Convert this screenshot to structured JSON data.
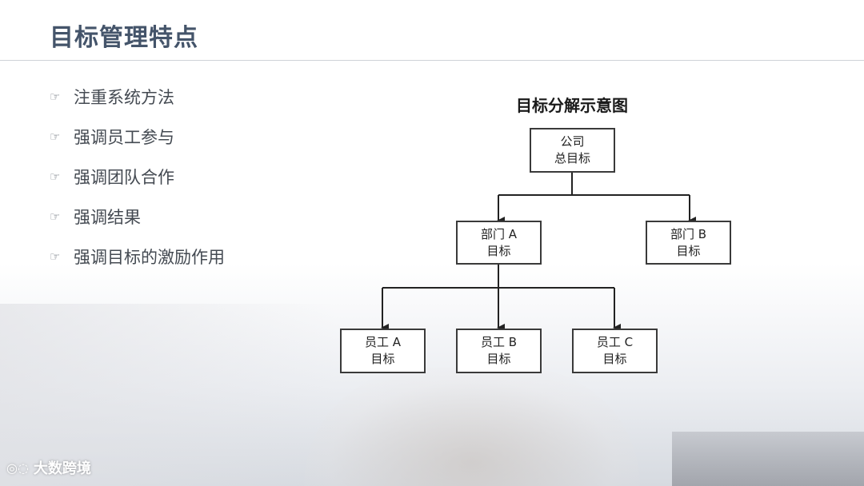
{
  "slide": {
    "title": "目标管理特点",
    "bullet_icon": "pointing-hand-icon",
    "bullets": [
      "注重系统方法",
      "强调员工参与",
      "强调团队合作",
      "强调结果",
      "强调目标的激励作用"
    ]
  },
  "diagram": {
    "title": "目标分解示意图",
    "company": {
      "line1": "公司",
      "line2": "总目标"
    },
    "dept_a": {
      "line1": "部门 A",
      "line2": "目标"
    },
    "dept_b": {
      "line1": "部门 B",
      "line2": "目标"
    },
    "staff_a": {
      "line1": "员工 A",
      "line2": "目标"
    },
    "staff_b": {
      "line1": "员工 B",
      "line2": "目标"
    },
    "staff_c": {
      "line1": "员工 C",
      "line2": "目标"
    }
  },
  "watermark": {
    "text": "大数跨境",
    "logo": "wechat-logo-icon"
  },
  "colors": {
    "title": "#44546a",
    "text": "#444a52",
    "rule": "#cfd3d8"
  }
}
